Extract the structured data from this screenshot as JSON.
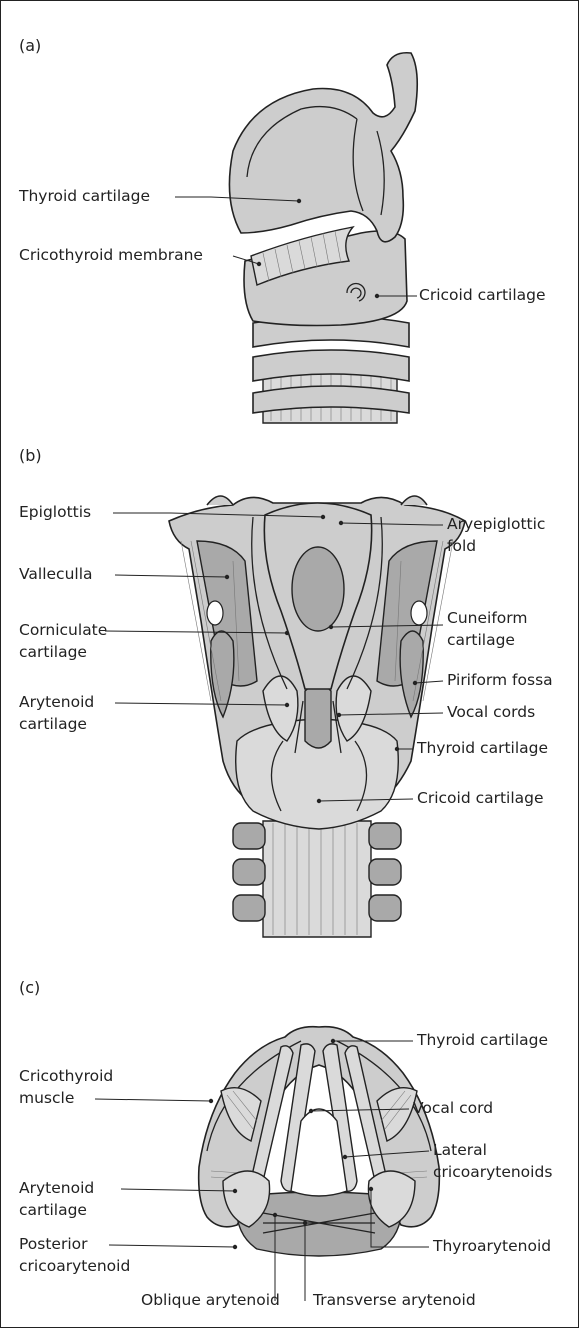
{
  "panels": [
    {
      "id": "a",
      "label": "(a)",
      "labels": [
        "Thyroid cartilage",
        "Cricothyroid membrane",
        "Cricoid cartilage"
      ]
    },
    {
      "id": "b",
      "label": "(b)",
      "labels": [
        "Epiglottis",
        "Aryepiglottic",
        "fold",
        "Valleculla",
        "Cuneiform",
        "cartilage",
        "Corniculate",
        "cartilage",
        "Piriform fossa",
        "Arytenoid",
        "cartilage",
        "Vocal cords",
        "Thyroid cartilage",
        "Cricoid cartilage"
      ]
    },
    {
      "id": "c",
      "label": "(c)",
      "labels": [
        "Thyroid cartilage",
        "Cricothyroid",
        "muscle",
        "Vocal cord",
        "Lateral",
        "cricoarytenoids",
        "Arytenoid",
        "cartilage",
        "Posterior",
        "cricoarytenoid",
        "Thyroarytenoid",
        "Oblique arytenoid",
        "Transverse arytenoid"
      ]
    }
  ],
  "colors": {
    "cartilage": "#cdcdcd",
    "line": "#222222"
  }
}
